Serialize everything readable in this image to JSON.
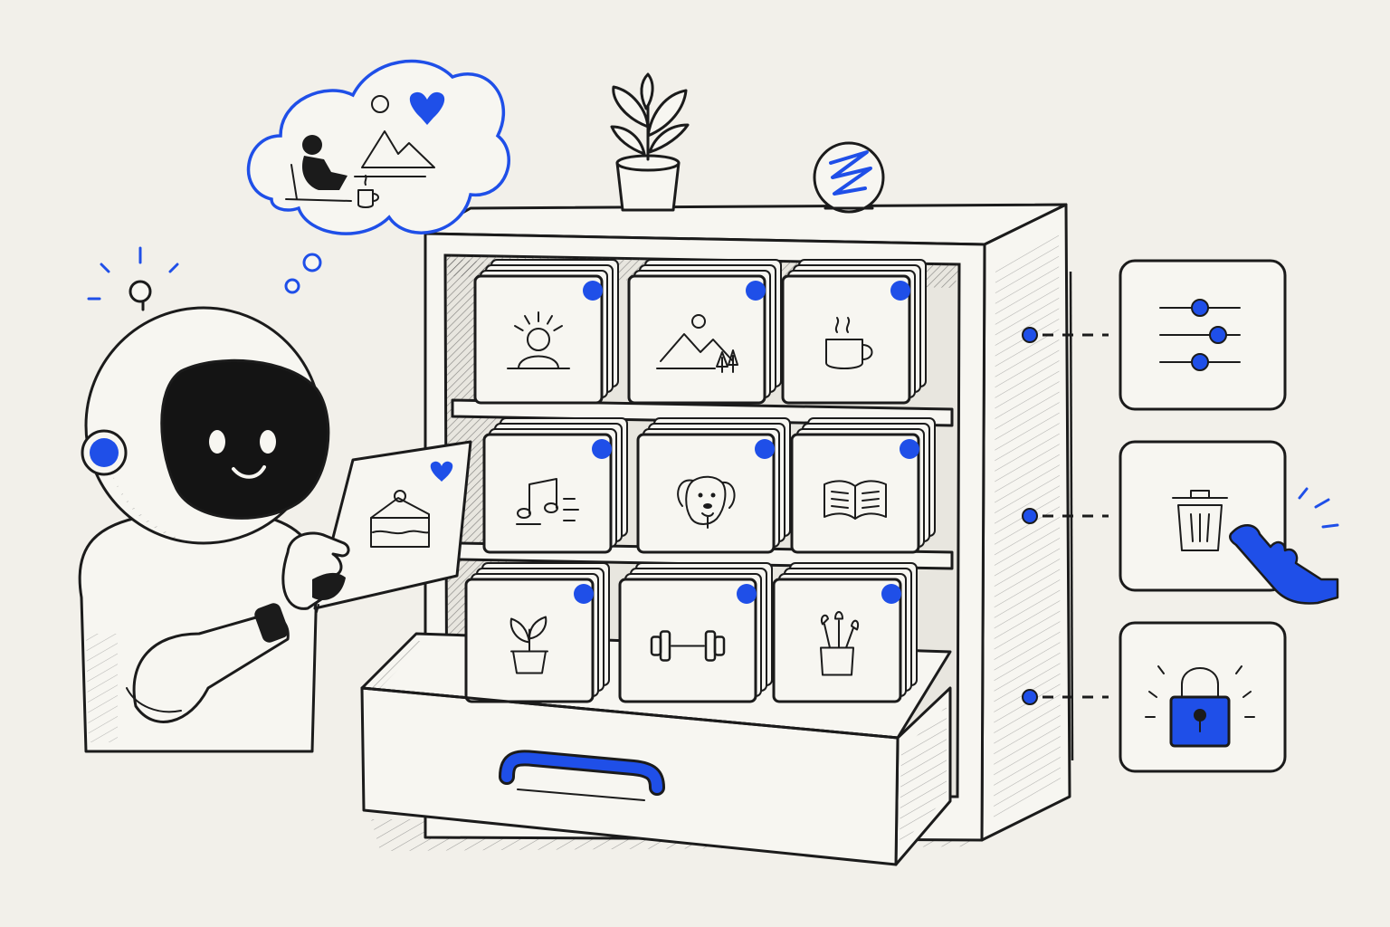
{
  "scene": "memory-cabinet-illustration",
  "colors": {
    "background": "#f2f0ea",
    "ink": "#1b1b1b",
    "accent": "#1f4fe8",
    "paper": "#f7f6f1"
  },
  "cards": [
    {
      "row": 0,
      "col": 0,
      "icon": "person-sun-icon"
    },
    {
      "row": 0,
      "col": 1,
      "icon": "mountain-landscape-icon"
    },
    {
      "row": 0,
      "col": 2,
      "icon": "coffee-cup-icon"
    },
    {
      "row": 1,
      "col": 0,
      "icon": "music-note-icon"
    },
    {
      "row": 1,
      "col": 1,
      "icon": "dog-icon"
    },
    {
      "row": 1,
      "col": 2,
      "icon": "open-book-icon"
    },
    {
      "row": 2,
      "col": 0,
      "icon": "potted-plant-icon"
    },
    {
      "row": 2,
      "col": 1,
      "icon": "dumbbell-icon"
    },
    {
      "row": 2,
      "col": 2,
      "icon": "paint-brushes-icon"
    }
  ],
  "controls": [
    {
      "icon": "sliders-icon",
      "action": "adjust"
    },
    {
      "icon": "trash-icon",
      "action": "delete"
    },
    {
      "icon": "lock-icon",
      "action": "lock"
    }
  ],
  "held_card_icon": "cake-slice-icon",
  "thought_icons": [
    "person-relaxing-icon",
    "mountain-icon",
    "heart-icon",
    "coffee-icon"
  ]
}
